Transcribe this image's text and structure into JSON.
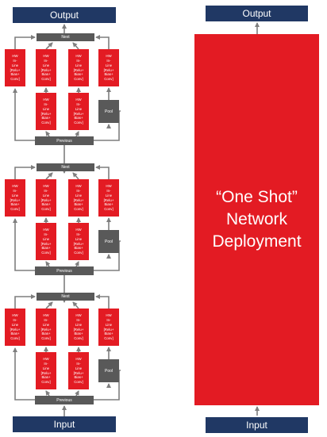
{
  "left": {
    "output_label": "Output",
    "input_label": "Input",
    "blocks": [
      {
        "next_label": "Next",
        "previous_label": "Previous",
        "pool_label": "Pool",
        "conv_text": "HW\nIn-\nLine\n[Relu+\nBias+\nConv]"
      },
      {
        "next_label": "Next",
        "previous_label": "Previous",
        "pool_label": "Pool",
        "conv_text": "HW\nIn-\nLine\n[Relu+\nBias+\nConv]"
      },
      {
        "next_label": "Next",
        "previous_label": "Previous",
        "pool_label": "Pool",
        "conv_text": "HW\nIn-\nLine\n[Relu+\nBias+\nConv]"
      }
    ]
  },
  "right": {
    "output_label": "Output",
    "input_label": "Input",
    "center_text": "“One Shot”\nNetwork\nDeployment"
  },
  "colors": {
    "navy": "#203864",
    "red": "#e31b23",
    "gray": "#595959",
    "arrow": "#7f7f7f"
  }
}
